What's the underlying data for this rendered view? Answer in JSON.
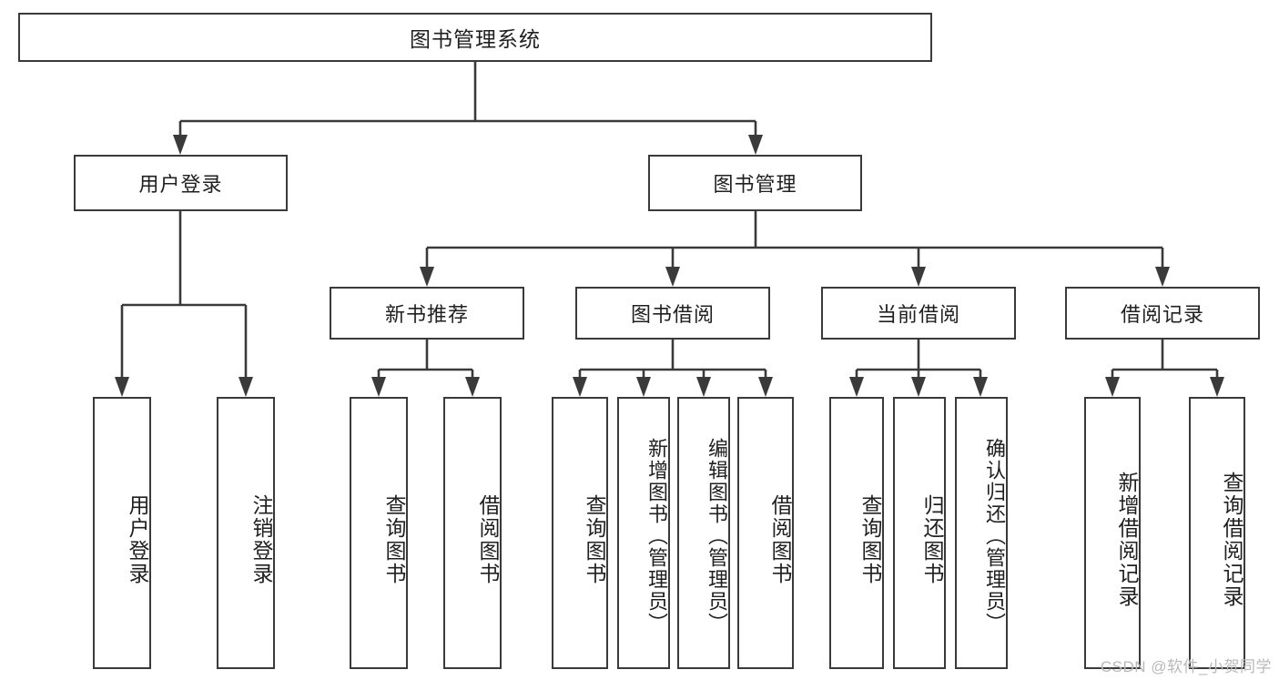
{
  "diagram": {
    "title": "图书管理系统",
    "type": "tree-hierarchy-chart",
    "watermark": "CSDN @软件_小贺同学",
    "colors": {
      "stroke": "#3a3a3a",
      "background": "#ffffff",
      "text": "#202020",
      "watermark": "#b9b9b9"
    },
    "levels": {
      "level0": [
        {
          "id": "root",
          "label": "图书管理系统"
        }
      ],
      "level1": [
        {
          "id": "user-login",
          "label": "用户登录"
        },
        {
          "id": "book-manage",
          "label": "图书管理"
        }
      ],
      "level2": [
        {
          "id": "new-book-recommend",
          "label": "新书推荐"
        },
        {
          "id": "book-borrow",
          "label": "图书借阅"
        },
        {
          "id": "current-borrow",
          "label": "当前借阅"
        },
        {
          "id": "borrow-record",
          "label": "借阅记录"
        }
      ],
      "leaves": {
        "user-login": [
          {
            "id": "leaf-user-login",
            "label": "用户登录"
          },
          {
            "id": "leaf-logout",
            "label": "注销登录"
          }
        ],
        "new-book-recommend": [
          {
            "id": "leaf-query-book-1",
            "label": "查询图书"
          },
          {
            "id": "leaf-borrow-book-1",
            "label": "借阅图书"
          }
        ],
        "book-borrow": [
          {
            "id": "leaf-query-book-2",
            "label": "查询图书"
          },
          {
            "id": "leaf-add-book",
            "label": "新增图书（管理员）"
          },
          {
            "id": "leaf-edit-book",
            "label": "编辑图书（管理员）"
          },
          {
            "id": "leaf-borrow-book-2",
            "label": "借阅图书"
          }
        ],
        "current-borrow": [
          {
            "id": "leaf-query-book-3",
            "label": "查询图书"
          },
          {
            "id": "leaf-return-book",
            "label": "归还图书"
          },
          {
            "id": "leaf-confirm-return",
            "label": "确认归还（管理员）"
          }
        ],
        "borrow-record": [
          {
            "id": "leaf-add-record",
            "label": "新增借阅记录"
          },
          {
            "id": "leaf-query-record",
            "label": "查询借阅记录"
          }
        ]
      }
    }
  }
}
